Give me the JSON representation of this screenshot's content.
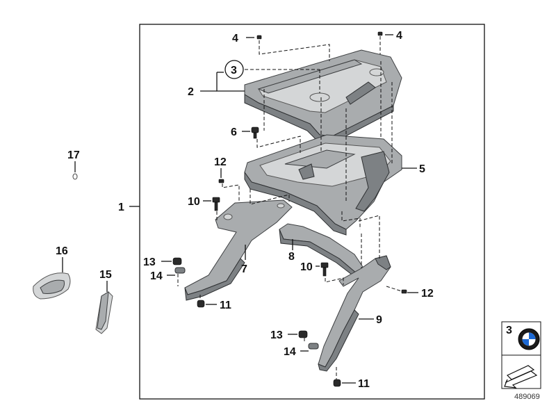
{
  "callouts": {
    "c1": "1",
    "c2": "2",
    "c3": "3",
    "c4a": "4",
    "c4b": "4",
    "c5": "5",
    "c6": "6",
    "c7": "7",
    "c8": "8",
    "c9": "9",
    "c10a": "10",
    "c10b": "10",
    "c11a": "11",
    "c11b": "11",
    "c12a": "12",
    "c12b": "12",
    "c13a": "13",
    "c13b": "13",
    "c14a": "14",
    "c14b": "14",
    "c15": "15",
    "c16": "16",
    "c17": "17"
  },
  "legend": {
    "marker": "3",
    "brand_icon": "bmw-roundel-icon",
    "arrow_icon": "arrow-left-down-icon"
  },
  "diagram_number": "489069",
  "colors": {
    "part": "#a9acae",
    "outline": "#3c3e40",
    "line": "#111111"
  }
}
